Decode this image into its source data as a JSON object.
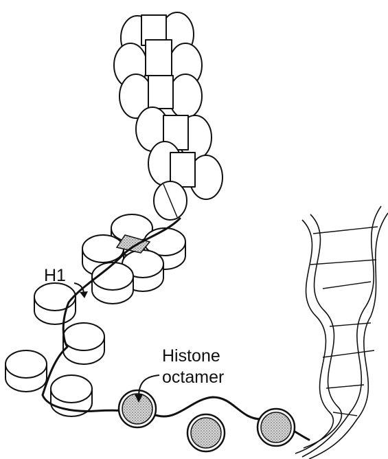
{
  "labels": {
    "h1": "H1",
    "histone_line1": "Histone",
    "histone_line2": "octamer"
  },
  "colors": {
    "ink": "#111111",
    "paper": "#ffffff",
    "stipple": "#9a9a9a"
  }
}
